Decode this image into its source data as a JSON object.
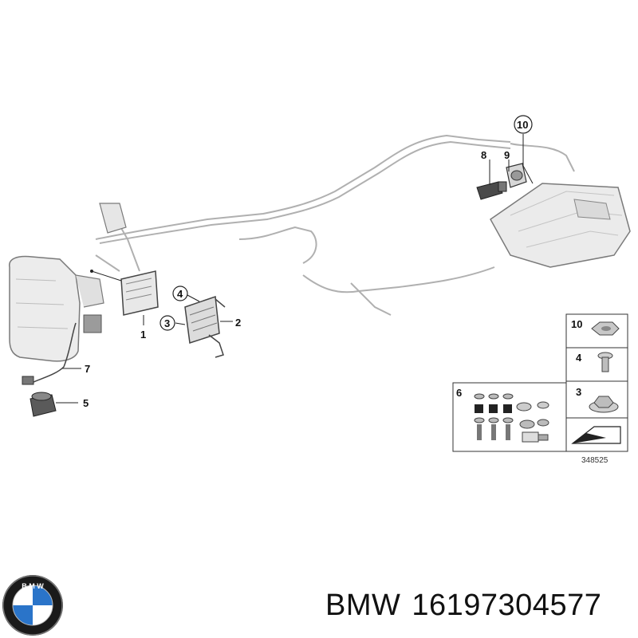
{
  "diagram": {
    "callouts": {
      "c1": "1",
      "c2": "2",
      "c3": "3",
      "c4": "4",
      "c5": "5",
      "c7": "7",
      "c8": "8",
      "c9": "9",
      "c10": "10"
    },
    "parts_table": {
      "n10": "10",
      "n4": "4",
      "n6": "6",
      "n3": "3"
    },
    "image_number": "348525"
  },
  "footer": {
    "logo_letters": "B M W",
    "brand": "BMW",
    "part_number": "16197304577"
  },
  "colors": {
    "line": "#333333",
    "light_line": "#9a9a9a",
    "part_fill": "#e9e9e9",
    "dark_part": "#444444",
    "logo_blue": "#2a74c9",
    "logo_ring": "#1a1a1a"
  }
}
